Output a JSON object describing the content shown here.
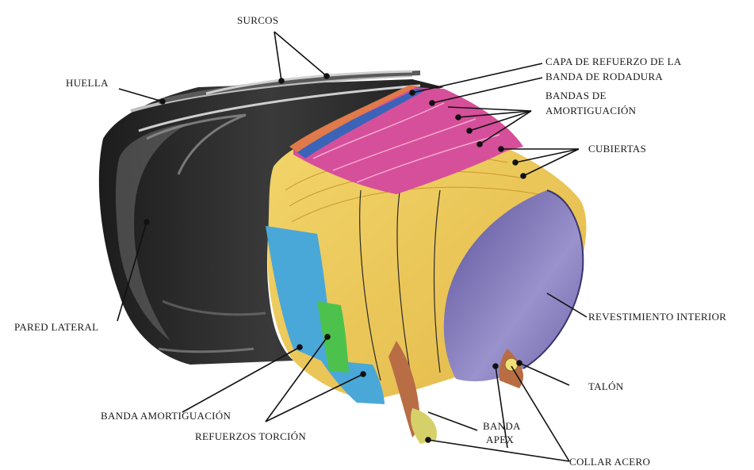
{
  "diagram": {
    "labels": {
      "surcos": "SURCOS",
      "huella": "HUELLA",
      "capa_line1": "CAPA DE REFUERZO DE LA",
      "capa_line2": "BANDA DE RODADURA",
      "bandas_line1": "BANDAS DE",
      "bandas_line2": "AMORTIGUACIÓN",
      "cubiertas": "CUBIERTAS",
      "revestimiento": "REVESTIMIENTO INTERIOR",
      "pared": "PARED LATERAL",
      "talon": "TALÓN",
      "banda_amort": "BANDA AMORTIGUACIÓN",
      "refuerzos": "REFUERZOS TORCIÓN",
      "banda_apex_1": "BANDA",
      "banda_apex_2": "APEX",
      "collar": "COLLAR ACERO"
    },
    "colors": {
      "rubber": "#2b2b2b",
      "rubber_light": "#8a8a8a",
      "ply_yellow": "#f0cf5a",
      "belt_pink": "#d64f9a",
      "belt_blue": "#3b64b8",
      "cap_orange": "#e07a4a",
      "liner_purple": "#7d74b8",
      "chafer_cyan": "#4aa8d8",
      "apex_green": "#4cc24c",
      "bead_brown": "#b86d45"
    }
  }
}
